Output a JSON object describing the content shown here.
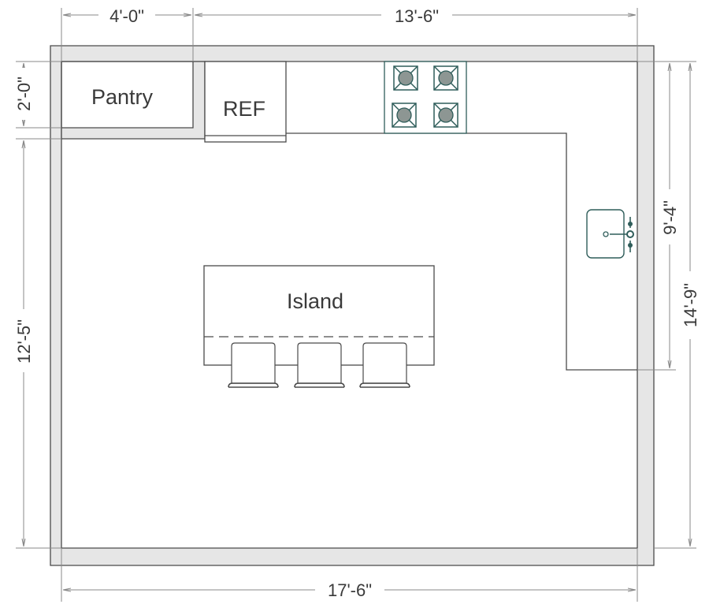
{
  "rooms": {
    "pantry": "Pantry",
    "refrigerator": "REF",
    "island": "Island"
  },
  "dimensions": {
    "top_left": "4'-0\"",
    "top_right": "13'-6\"",
    "bottom": "17'-6\"",
    "left_upper": "2'-0\"",
    "left_lower": "12'-5\"",
    "right_inner": "9'-4\"",
    "right_outer": "14'-9\""
  },
  "fixtures": {
    "cooktop_burners": 4,
    "bar_stools": 3,
    "sink": 1
  },
  "colors": {
    "wall_fill": "#e6e6e6",
    "line": "#4a4a4a",
    "dimension": "#8a8a8a",
    "fixture_accent": "#2f5d5a",
    "burner_fill": "#8d9693"
  }
}
